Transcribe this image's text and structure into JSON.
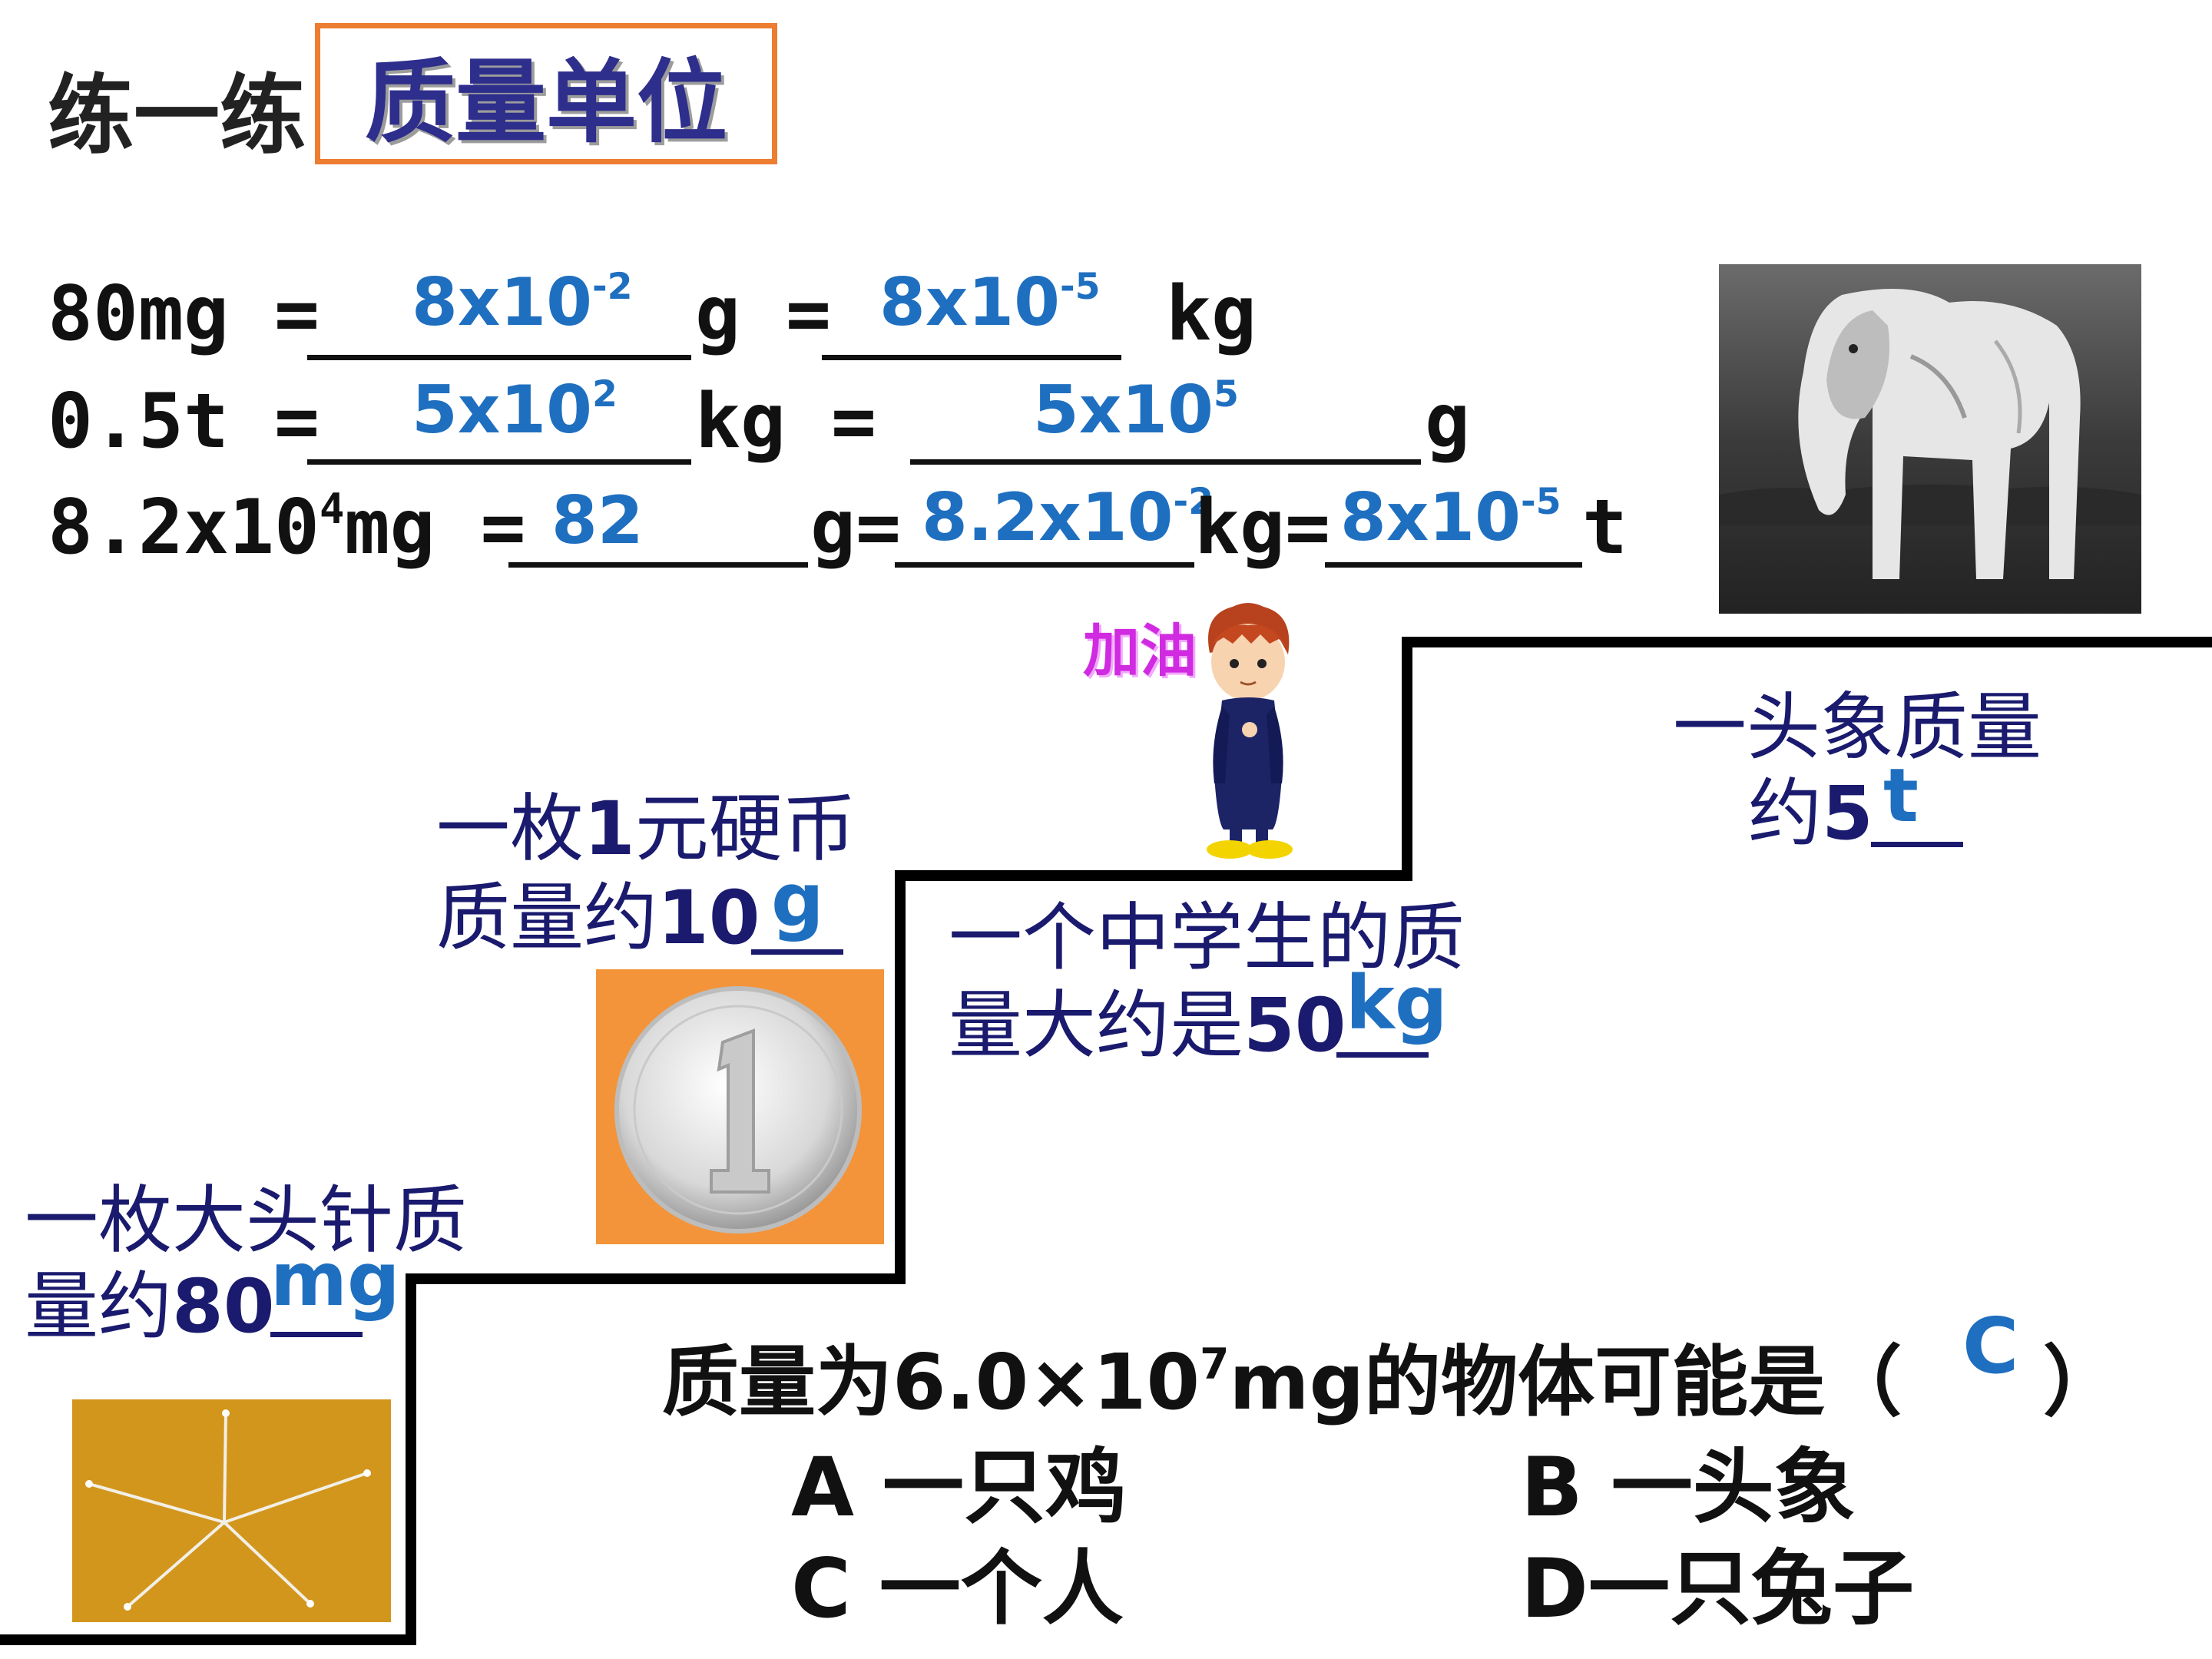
{
  "title": {
    "lead": "练一练",
    "main": "质量单位"
  },
  "conversions": {
    "row1": {
      "lhs": "80mg =",
      "ans1": "8x10",
      "ans1_exp": "-2",
      "unit1": "g =",
      "ans2": "8x10",
      "ans2_exp": "-5",
      "unit2": "kg"
    },
    "row2": {
      "lhs": "0.5t =",
      "ans1": "5x10",
      "ans1_exp": "2",
      "unit1": "kg =",
      "ans2": "5x10",
      "ans2_exp": "5",
      "unit2": "g"
    },
    "row3": {
      "lhs_base": "8.2x10",
      "lhs_exp": "4",
      "lhs_unit": "mg =",
      "ans1": "82",
      "unit1": "g=",
      "ans2": "8.2x10",
      "ans2_exp": "-2",
      "unit2": "kg=",
      "ans3": "8x10",
      "ans3_exp": "-5",
      "unit3": "t"
    }
  },
  "cheer": "加油",
  "stairs": {
    "pin": {
      "line1": "一枚大头针质",
      "line2": "量约",
      "num": "80",
      "unit": "mg"
    },
    "coin": {
      "line1_a": "一枚",
      "line1_num": "1",
      "line1_b": "元硬币",
      "line2": "质量约",
      "num": "10",
      "unit": "g"
    },
    "student": {
      "line1": "一个中学生的质",
      "line2": "量大约是",
      "num": "50",
      "unit": "kg"
    },
    "elephant": {
      "line1": "一头象质量",
      "line2": "约",
      "num": "5",
      "unit": "t"
    }
  },
  "question": {
    "prefix": "质量为6.0×10",
    "exp": "7",
    "suffix": "mg的物体可能是（",
    "answer": "C",
    "close": "）",
    "options": {
      "a": "A 一只鸡",
      "b": "B 一头象",
      "c": "C 一个人",
      "d": "D一只兔子"
    }
  },
  "colors": {
    "title_border": "#ED7D31",
    "answer_blue": "#1F6FC0",
    "caption_navy": "#1a1a6e",
    "cheer_magenta": "#D02BE0"
  }
}
